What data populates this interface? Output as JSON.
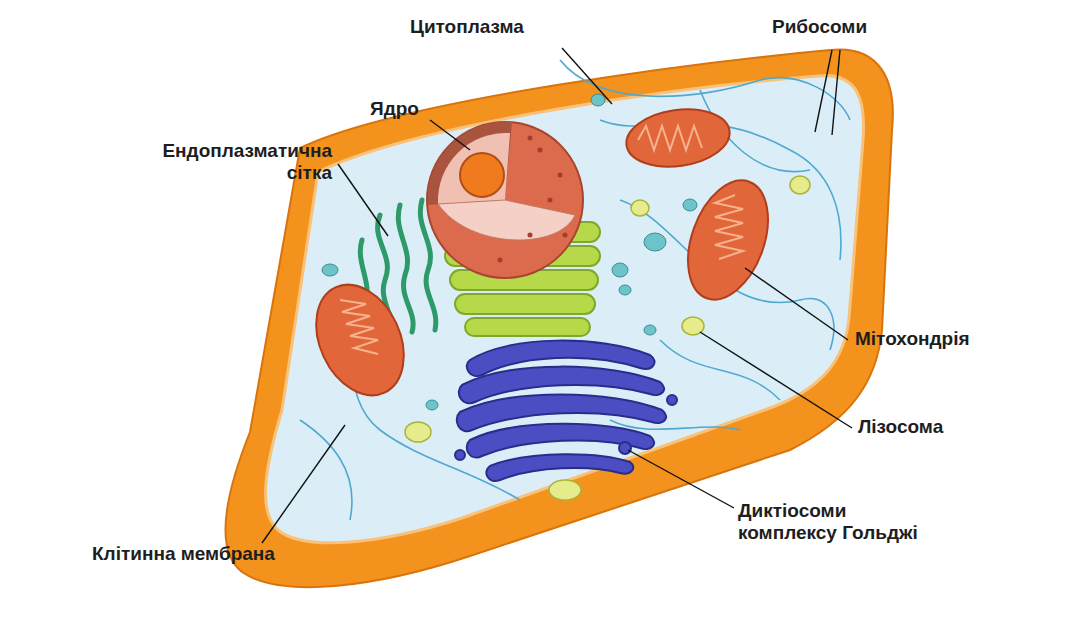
{
  "diagram": {
    "labels": [
      "Цитоплазма",
      "Рибосоми",
      "Ядро",
      "Ендоплазматична сітка",
      "Мітохондрія",
      "Лізосома",
      "Диктіосоми комплексу Гольджі",
      "Клітинна мембрана"
    ]
  }
}
